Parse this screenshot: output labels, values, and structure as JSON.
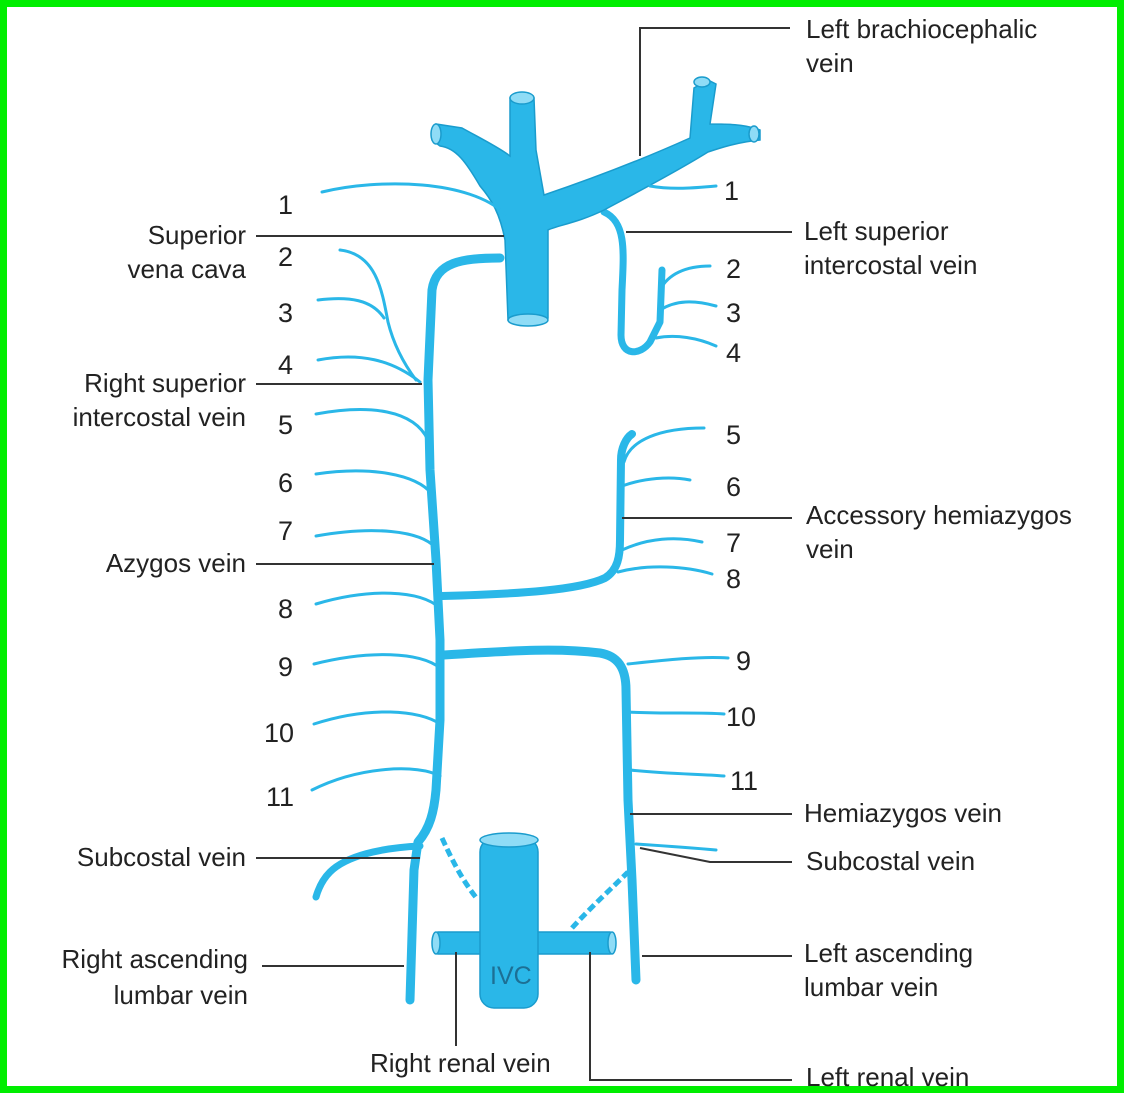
{
  "colors": {
    "vein": "#2ab7e8",
    "vein_light": "#8fdcf6",
    "leader": "#333333",
    "frame": "#00ee00",
    "text": "#222222"
  },
  "labels": {
    "left_brachiocephalic": [
      "Left brachiocephalic",
      "vein"
    ],
    "superior_vena_cava": [
      "Superior",
      "vena cava"
    ],
    "left_superior_intercostal": [
      "Left superior",
      "intercostal vein"
    ],
    "right_superior_intercostal": [
      "Right superior",
      "intercostal vein"
    ],
    "accessory_hemiazygos": [
      "Accessory hemiazygos",
      "vein"
    ],
    "azygos": "Azygos vein",
    "hemiazygos": "Hemiazygos vein",
    "subcostal_left_side": "Subcostal vein",
    "subcostal_right_side": "Subcostal vein",
    "right_ascending_lumbar": [
      "Right ascending",
      "lumbar vein"
    ],
    "left_ascending_lumbar": [
      "Left ascending",
      "lumbar vein"
    ],
    "right_renal": "Right renal vein",
    "left_renal": "Left renal vein",
    "ivc": "IVC"
  },
  "numbers": {
    "right": [
      "1",
      "2",
      "3",
      "4",
      "5",
      "6",
      "7",
      "8",
      "9",
      "10",
      "11"
    ],
    "left": [
      "1",
      "2",
      "3",
      "4",
      "5",
      "6",
      "7",
      "8",
      "9",
      "10",
      "11"
    ]
  }
}
